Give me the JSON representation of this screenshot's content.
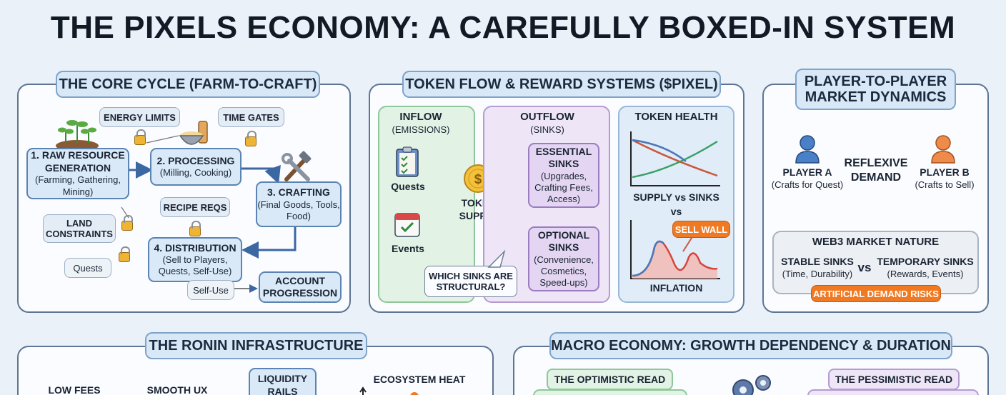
{
  "title": "THE PIXELS ECONOMY: A CAREFULLY BOXED-IN SYSTEM",
  "core": {
    "heading": "THE CORE CYCLE (FARM-TO-CRAFT)",
    "energy": "ENERGY LIMITS",
    "time": "TIME GATES",
    "raw_title": "1. RAW RESOURCE GENERATION",
    "raw_sub": "(Farming, Gathering, Mining)",
    "proc_title": "2. PROCESSING",
    "proc_sub": "(Milling, Cooking)",
    "craft_title": "3. CRAFTING",
    "craft_sub": "(Final Goods, Tools, Food)",
    "recipe": "RECIPE REQS",
    "land": "LAND CONSTRAINTS",
    "dist_title": "4. DISTRIBUTION",
    "dist_sub": "(Sell to Players, Quests, Self-Use)",
    "quests": "Quests",
    "selfuse": "Self-Use",
    "account": "ACCOUNT PROGRESSION"
  },
  "token": {
    "heading": "TOKEN FLOW & REWARD SYSTEMS ($PIXEL)",
    "inflow_title": "INFLOW",
    "inflow_sub": "(EMISSIONS)",
    "quests": "Quests",
    "events": "Events",
    "supply": "TOKEN SUPPLY",
    "outflow_title": "OUTFLOW",
    "outflow_sub": "(SINKS)",
    "ess_title": "ESSENTIAL SINKS",
    "ess_sub": "(Upgrades, Crafting Fees, Access)",
    "opt_title": "OPTIONAL SINKS",
    "opt_sub": "(Convenience, Cosmetics, Speed-ups)",
    "question": "WHICH SINKS ARE STRUCTURAL?",
    "health_title": "TOKEN HEALTH",
    "supply_vs": "SUPPLY vs SINKS",
    "vs": "vs",
    "sell_wall": "SELL WALL",
    "inflation": "INFLATION"
  },
  "market": {
    "heading": "PLAYER-TO-PLAYER MARKET DYNAMICS",
    "a_title": "PLAYER A",
    "a_sub": "(Crafts for Quest)",
    "b_title": "PLAYER B",
    "b_sub": "(Crafts to Sell)",
    "reflexive": "REFLEXIVE DEMAND",
    "web3": "WEB3 MARKET NATURE",
    "stable_title": "STABLE SINKS",
    "stable_sub": "(Time, Durability)",
    "vs": "vs",
    "temp_title": "TEMPORARY SINKS",
    "temp_sub": "(Rewards, Events)",
    "risk": "ARTIFICIAL DEMAND RISKS"
  },
  "ronin": {
    "heading": "THE RONIN INFRASTRUCTURE",
    "low_fees": "LOW FEES",
    "smooth_ux": "SMOOTH UX",
    "liquidity": "LIQUIDITY RAILS",
    "heat": "ECOSYSTEM HEAT"
  },
  "macro": {
    "heading": "MACRO ECONOMY: GROWTH DEPENDENCY & DURATION",
    "optimistic": "THE OPTIMISTIC READ",
    "pessimistic": "THE PESSIMISTIC READ"
  },
  "colors": {
    "panel_border": "#5d7593",
    "box_fill": "#d9e9f8",
    "inflow_fill": "#e2f2e4",
    "outflow_fill": "#eee5f6",
    "sell_wall": "#f07a24",
    "risk": "#f07a24"
  },
  "icons": [
    "seedling-icon",
    "grain-bowl-icon",
    "hammer-wrench-icon",
    "lock-icon",
    "clipboard-icon",
    "calendar-icon",
    "coin-icon",
    "person-icon",
    "gear-icon"
  ]
}
